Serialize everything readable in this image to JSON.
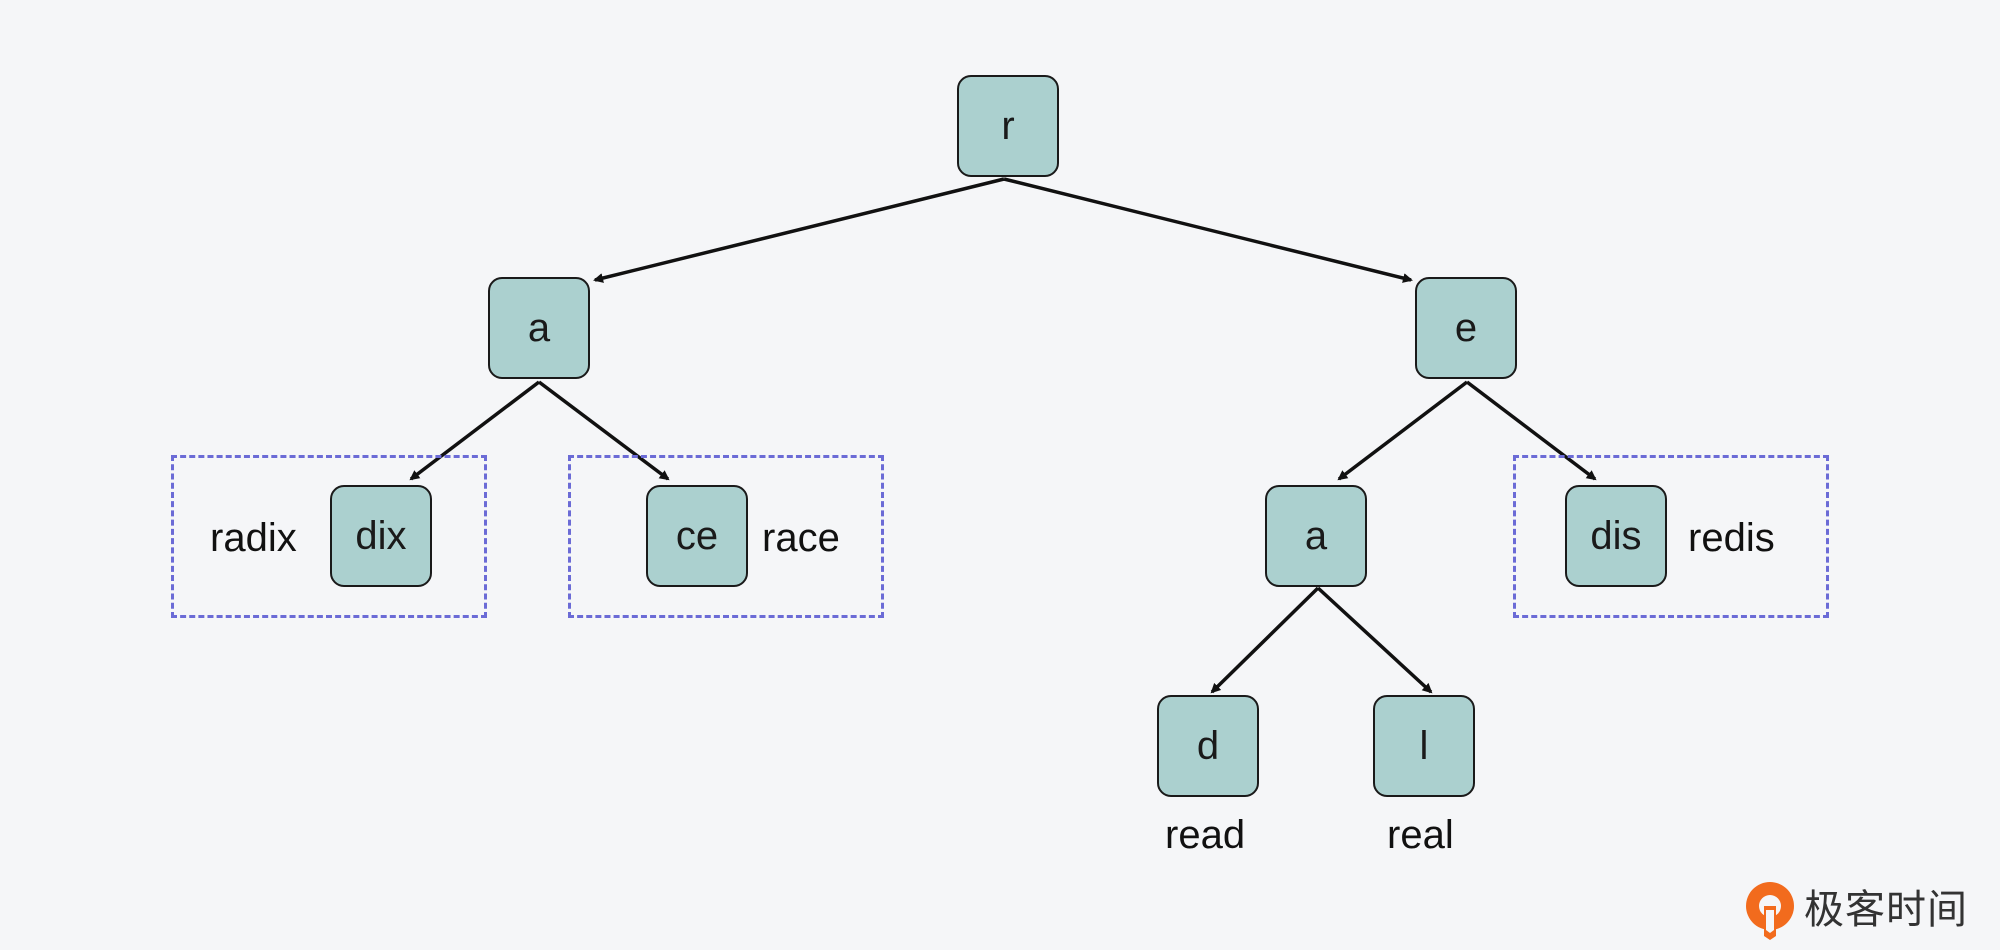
{
  "nodes": {
    "root_r": "r",
    "left_a": "a",
    "right_e": "e",
    "left_dix": "dix",
    "left_ce": "ce",
    "right_a": "a",
    "right_dis": "dis",
    "leaf_d": "d",
    "leaf_l": "l"
  },
  "words": {
    "radix": "radix",
    "race": "race",
    "redis": "redis",
    "read": "read",
    "real": "real"
  },
  "logo": {
    "text": "极客时间",
    "color": "#f26b1d"
  },
  "colors": {
    "node_fill": "#abd0cf",
    "node_border": "#1a1a1a",
    "edge": "#111111",
    "group_border": "#6b6bd6",
    "background": "#f5f6f8"
  }
}
